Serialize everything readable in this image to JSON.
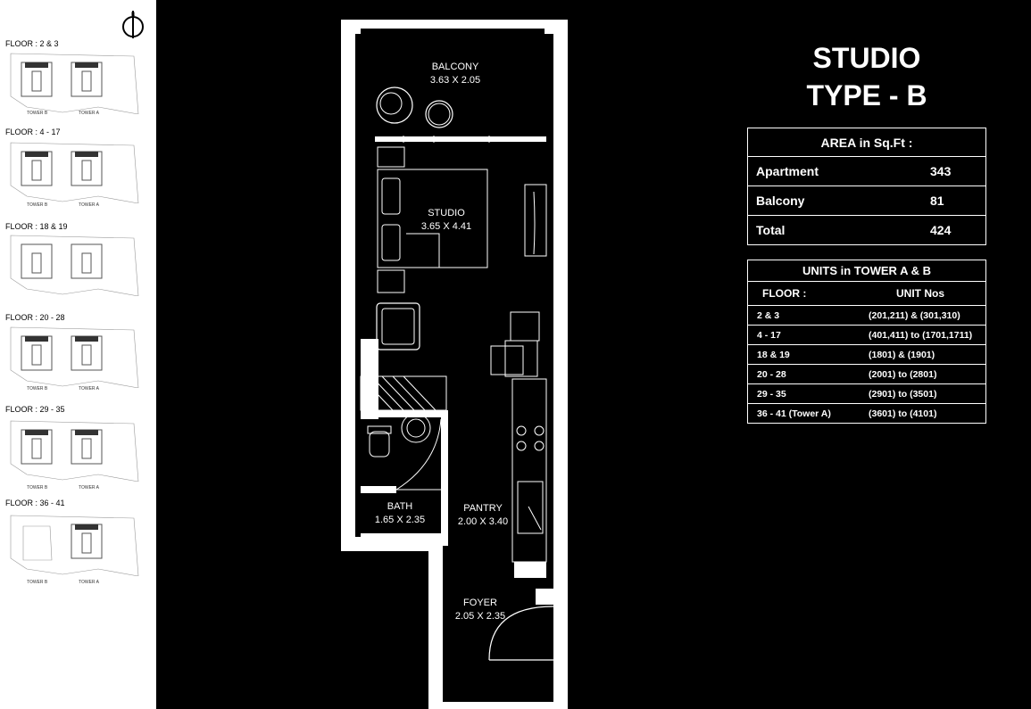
{
  "plan_title": [
    "STUDIO",
    "TYPE - B"
  ],
  "area_table": {
    "heading": "AREA in Sq.Ft :",
    "rows": [
      {
        "label": "Apartment",
        "value": "343"
      },
      {
        "label": "Balcony",
        "value": "81"
      },
      {
        "label": "Total",
        "value": "424"
      }
    ]
  },
  "units_table": {
    "heading": "UNITS in TOWER A & B",
    "col_floor": "FLOOR :",
    "col_units": "UNIT Nos",
    "rows": [
      {
        "floor": "2 & 3",
        "units": "(201,211) & (301,310)"
      },
      {
        "floor": "4 - 17",
        "units": "(401,411) to (1701,1711)"
      },
      {
        "floor": "18 & 19",
        "units": "(1801) & (1901)"
      },
      {
        "floor": "20 - 28",
        "units": "(2001) to (2801)"
      },
      {
        "floor": "29 - 35",
        "units": "(2901) to (3501)"
      },
      {
        "floor": "36 - 41 (Tower  A)",
        "units": "(3601) to (4101)"
      }
    ]
  },
  "rooms": [
    {
      "name": "BALCONY",
      "size": "3.63 X 2.05"
    },
    {
      "name": "STUDIO",
      "size": "3.65 X 4.41"
    },
    {
      "name": "BATH",
      "size": "1.65 X 2.35"
    },
    {
      "name": "PANTRY",
      "size": "2.00 X 3.40"
    },
    {
      "name": "FOYER",
      "size": "2.05 X 2.35"
    }
  ],
  "key_plans": {
    "tower_b_label": "TOWER B",
    "tower_a_label": "TOWER A",
    "floors": [
      "FLOOR : 2 & 3",
      "FLOOR : 4 - 17",
      "FLOOR : 18 & 19",
      "FLOOR : 20 - 28",
      "FLOOR : 29 - 35",
      "FLOOR : 36 - 41"
    ]
  },
  "colors": {
    "background": "#000000",
    "foreground": "#ffffff"
  }
}
